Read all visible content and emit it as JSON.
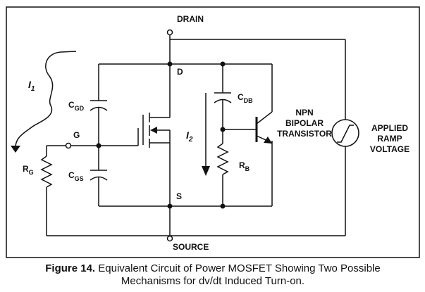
{
  "labels": {
    "drain": "DRAIN",
    "source": "SOURCE",
    "d": "D",
    "s": "S",
    "g": "G",
    "i1_main": "I",
    "i1_sub": "1",
    "i2_main": "I",
    "i2_sub": "2",
    "cgd_main": "C",
    "cgd_sub": "GD",
    "cgs_main": "C",
    "cgs_sub": "GS",
    "cdb_main": "C",
    "cdb_sub": "DB",
    "rg_main": "R",
    "rg_sub": "G",
    "rb_main": "R",
    "rb_sub": "B",
    "npn_line1": "NPN",
    "npn_line2": "BIPOLAR",
    "npn_line3": "TRANSISTOR",
    "ramp_line1": "APPLIED",
    "ramp_line2": "RAMP",
    "ramp_line3": "VOLTAGE"
  },
  "caption": {
    "figure_label": "Figure 14.",
    "line1_rest": " Equivalent Circuit of Power MOSFET Showing Two Possible",
    "line2": "Mechanisms for dv/dt Induced Turn-on."
  }
}
